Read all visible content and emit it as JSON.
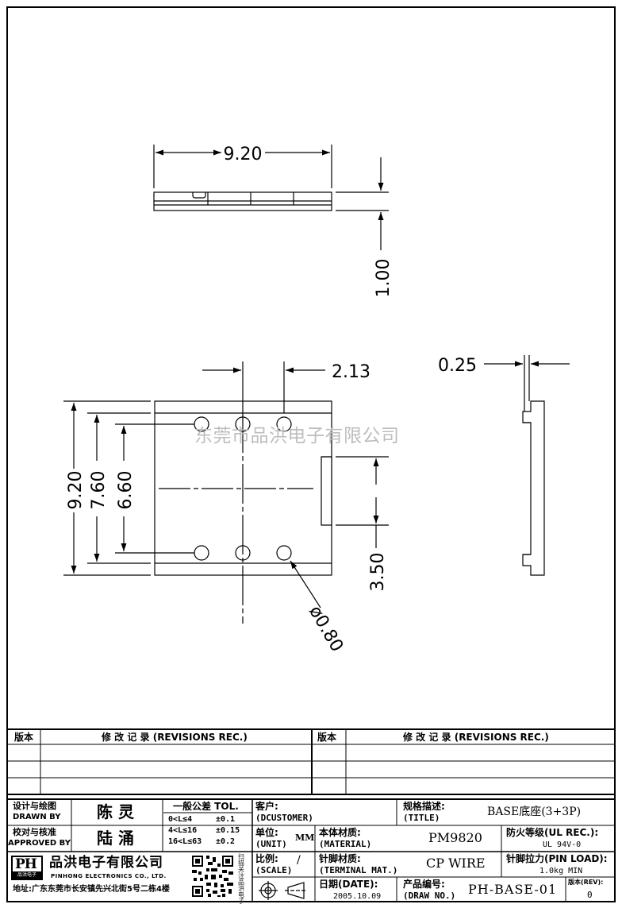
{
  "dimensions": {
    "top_width": "9.20",
    "top_height": "1.00",
    "pitch": "2.13",
    "thickness": "0.25",
    "outer_height": "9.20",
    "mid_height": "7.60",
    "pin_span": "6.60",
    "notch": "3.50",
    "hole_dia": "ø0.80"
  },
  "watermark": "东莞市品洪电子有限公司",
  "revisions": {
    "col_version": "版本",
    "col_record": "修 改 记 录 (REVISIONS REC.)"
  },
  "title_block": {
    "designed_label_cn": "设计与绘图",
    "designed_label_en": "DRAWN BY",
    "designer": "陈 灵",
    "approved_label_cn": "校对与核准",
    "approved_label_en": "APPROVED BY",
    "approver": "陆 涌",
    "tol_title": "一般公差 TOL.",
    "tol_rows": [
      {
        "range": "0<L≤4",
        "tol": "±0.1"
      },
      {
        "range": "4<L≤16",
        "tol": "±0.15"
      },
      {
        "range": "16<L≤63",
        "tol": "±0.2"
      }
    ],
    "customer_label_cn": "客户:",
    "customer_label_en": "(DCUSTOMER)",
    "title_label_cn": "规格描述:",
    "title_label_en": "(TITLE)",
    "title_value": "BASE底座(3+3P)",
    "unit_label_cn": "单位:",
    "unit_label_en": "(UNIT)",
    "unit_value": "MM",
    "material_label_cn": "本体材质:",
    "material_label_en": "(MATERIAL)",
    "material_value": "PM9820",
    "ul_label": "防火等级(UL REC.):",
    "ul_value": "UL 94V-0",
    "scale_label_cn": "比例:",
    "scale_label_en": "(SCALE)",
    "scale_value": "/",
    "terminal_label_cn": "针脚材质:",
    "terminal_label_en": "(TERMINAL MAT.)",
    "terminal_value": "CP WIRE",
    "pinload_label": "针脚拉力(PIN LOAD):",
    "pinload_value": "1.0kg MIN",
    "date_label": "日期(DATE):",
    "date_value": "2005.10.09",
    "drawno_label_cn": "产品编号:",
    "drawno_label_en": "(DRAW NO.)",
    "drawno_value": "PH-BASE-01",
    "rev_label": "版本(REV):",
    "rev_value": "0",
    "company_name": "品洪电子有限公司",
    "company_en": "PINHONG ELECTRONICS CO., LTD.",
    "company_logo": "PH",
    "company_logo_sub": "品洪电子",
    "address": "地址:广东东莞市长安镇先兴北街5号二栋4楼",
    "qr_caption": "扫描关注品洪电子",
    "qr_icon": "qr-code-icon",
    "projection_icon": "first-angle-projection-icon"
  }
}
